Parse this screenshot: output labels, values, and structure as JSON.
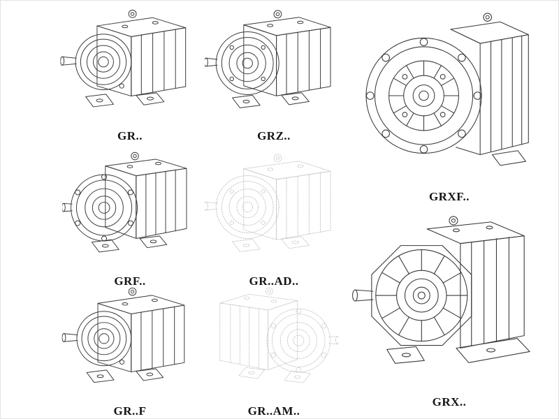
{
  "colors": {
    "line": "#3a3a3a",
    "phantom_line": "#c6c6c6",
    "background": "#ffffff"
  },
  "models": [
    {
      "label": "GR.."
    },
    {
      "label": "GRZ.."
    },
    {
      "label": "GRXF.."
    },
    {
      "label": "GRF.."
    },
    {
      "label": "GR..AD.."
    },
    {
      "label": "GR..F"
    },
    {
      "label": "GR..AM.."
    },
    {
      "label": "GRX.."
    }
  ]
}
